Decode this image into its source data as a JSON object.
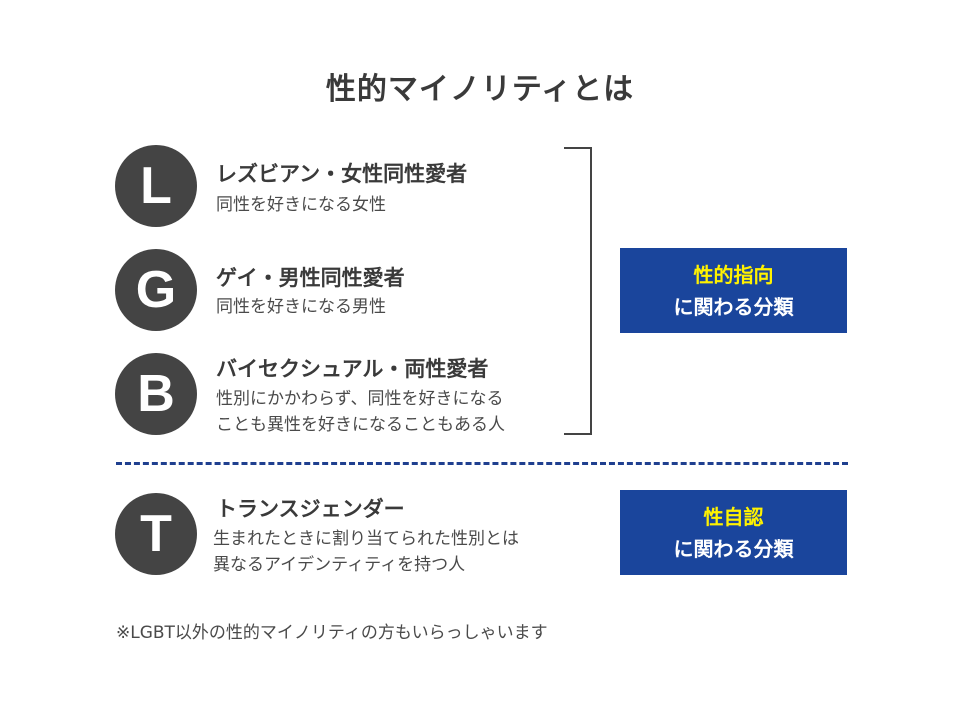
{
  "title": "性的マイノリティとは",
  "items": [
    {
      "letter": "L",
      "heading": "レズビアン・女性同性愛者",
      "lines": [
        "同性を好きになる女性"
      ]
    },
    {
      "letter": "G",
      "heading": "ゲイ・男性同性愛者",
      "lines": [
        "同性を好きになる男性"
      ]
    },
    {
      "letter": "B",
      "heading": "バイセクシュアル・両性愛者",
      "lines": [
        "性別にかかわらず、同性を好きになる",
        "ことも異性を好きになることもある人"
      ]
    },
    {
      "letter": "T",
      "heading": "トランスジェンダー",
      "lines": [
        "生まれたときに割り当てられた性別とは",
        "異なるアイデンティティを持つ人"
      ]
    }
  ],
  "badges": [
    {
      "highlight": "性的指向",
      "text": "に関わる分類"
    },
    {
      "highlight": "性自認",
      "text": "に関わる分類"
    }
  ],
  "footnote": "※LGBT以外の性的マイノリティの方もいらっしゃいます",
  "colors": {
    "circle": "#444444",
    "badge_bg": "#1a459c",
    "badge_highlight": "#fff200",
    "divider": "#1f3f8f"
  }
}
